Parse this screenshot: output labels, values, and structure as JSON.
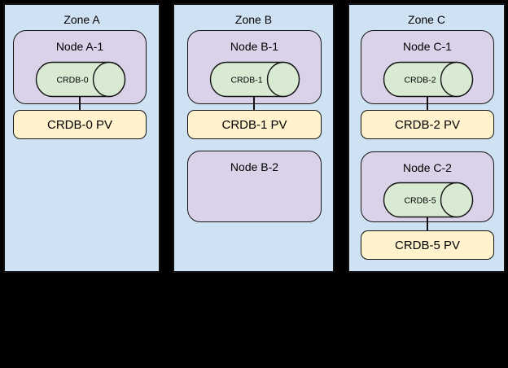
{
  "diagram": {
    "description": "CockroachDB zone/node/persistent-volume topology diagram on black background"
  },
  "colors": {
    "background": "#000000",
    "zone_fill": "#cfe2f3",
    "node_fill": "#d9d2e9",
    "database_fill": "#d9ead3",
    "pv_fill": "#fff2cc",
    "outline": "#141414"
  },
  "zones": [
    {
      "label": "Zone A",
      "nodes": [
        {
          "label": "Node A-1",
          "db_label": "CRDB-0",
          "pv_label": "CRDB-0 PV"
        }
      ]
    },
    {
      "label": "Zone B",
      "nodes": [
        {
          "label": "Node B-1",
          "db_label": "CRDB-1",
          "pv_label": "CRDB-1 PV"
        },
        {
          "label": "Node B-2"
        }
      ]
    },
    {
      "label": "Zone C",
      "nodes": [
        {
          "label": "Node C-1",
          "db_label": "CRDB-2",
          "pv_label": "CRDB-2 PV"
        },
        {
          "label": "Node C-2",
          "db_label": "CRDB-5",
          "pv_label": "CRDB-5 PV"
        }
      ]
    }
  ]
}
